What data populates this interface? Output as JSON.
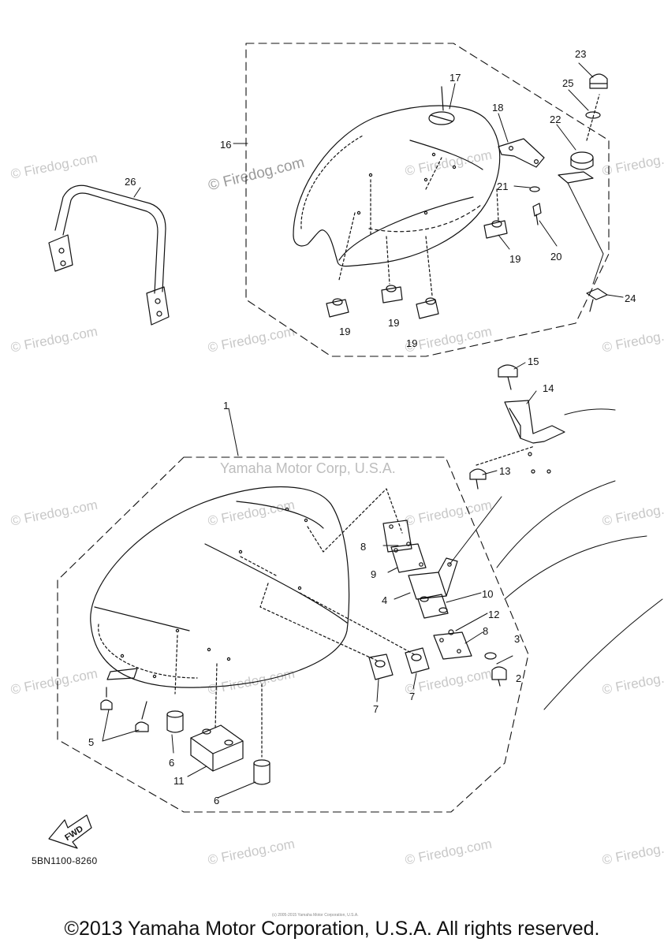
{
  "diagram": {
    "code": "5BN1100-8260",
    "fwd_label": "FWD",
    "copyright": "©2013 Yamaha Motor Corporation, U.S.A. All rights reserved.",
    "micro_notice": "(c) 2005-2015 Yamaha Motor Corporation, U.S.A.",
    "corp_watermark": "Yamaha Motor Corp, U.S.A.",
    "site_watermark": "© Firedog.com",
    "line_color": "#111111",
    "watermark_color": "#c8c8c8"
  },
  "part_numbers": [
    "1",
    "2",
    "3",
    "4",
    "5",
    "6",
    "6",
    "7",
    "7",
    "8",
    "8",
    "9",
    "10",
    "11",
    "12",
    "13",
    "14",
    "15",
    "16",
    "17",
    "18",
    "19",
    "19",
    "19",
    "19",
    "20",
    "21",
    "22",
    "23",
    "24",
    "25",
    "26"
  ]
}
